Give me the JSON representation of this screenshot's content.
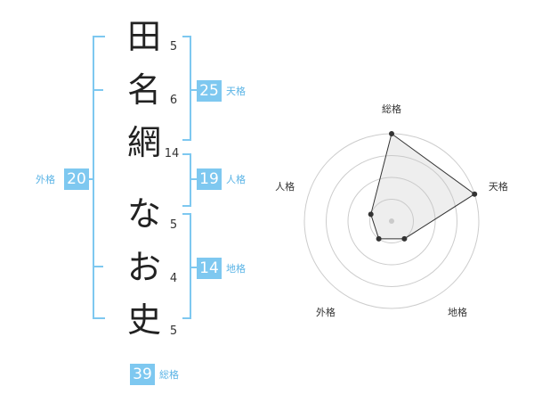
{
  "name_chars": [
    {
      "char": "田",
      "strokes": "5"
    },
    {
      "char": "名",
      "strokes": "6"
    },
    {
      "char": "網",
      "strokes": "14"
    },
    {
      "char": "な",
      "strokes": "5"
    },
    {
      "char": "お",
      "strokes": "4"
    },
    {
      "char": "史",
      "strokes": "5"
    }
  ],
  "fortunes": {
    "tenkaku": {
      "value": "25",
      "label": "天格"
    },
    "jinkaku": {
      "value": "19",
      "label": "人格"
    },
    "chikaku": {
      "value": "14",
      "label": "地格"
    },
    "gaikaku": {
      "value": "20",
      "label": "外格"
    },
    "soukaku": {
      "value": "39",
      "label": "総格"
    }
  },
  "colors": {
    "accent": "#7ec8f0",
    "accent_text": "#5bb4e6"
  },
  "chart_data": {
    "type": "radar",
    "axes": [
      "総格",
      "天格",
      "地格",
      "外格",
      "人格"
    ],
    "rings": 4,
    "values": [
      4,
      4,
      1,
      1,
      1
    ],
    "max": 4
  }
}
